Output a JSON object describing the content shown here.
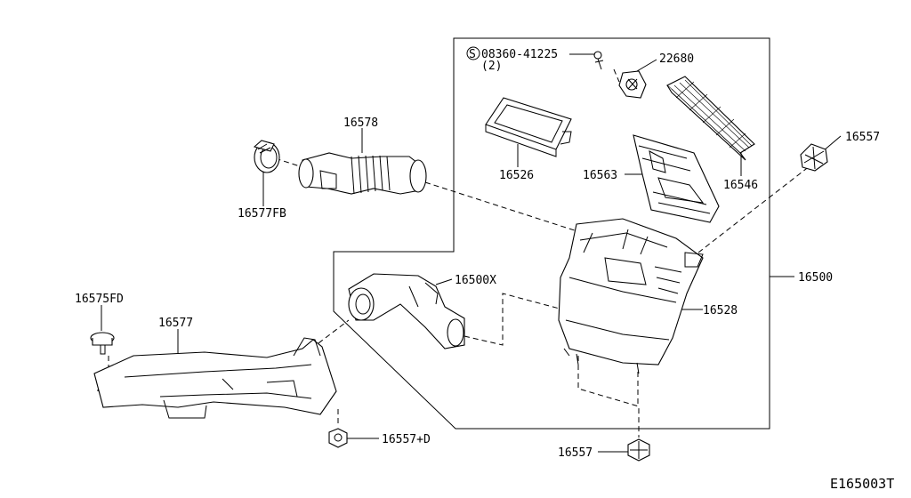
{
  "diagram": {
    "drawing_code": "E165003T",
    "screw_prefix": "S",
    "screw_qty": "(2)",
    "labels": {
      "screw": "08360-41225",
      "p22680": "22680",
      "p16526": "16526",
      "p16546": "16546",
      "p16563": "16563",
      "p16557_top": "16557",
      "p16578": "16578",
      "p16577FB": "16577FB",
      "p16500X": "16500X",
      "p16500": "16500",
      "p16528": "16528",
      "p16575FD": "16575FD",
      "p16577": "16577",
      "p16557D": "16557+D",
      "p16557_bottom": "16557"
    }
  }
}
